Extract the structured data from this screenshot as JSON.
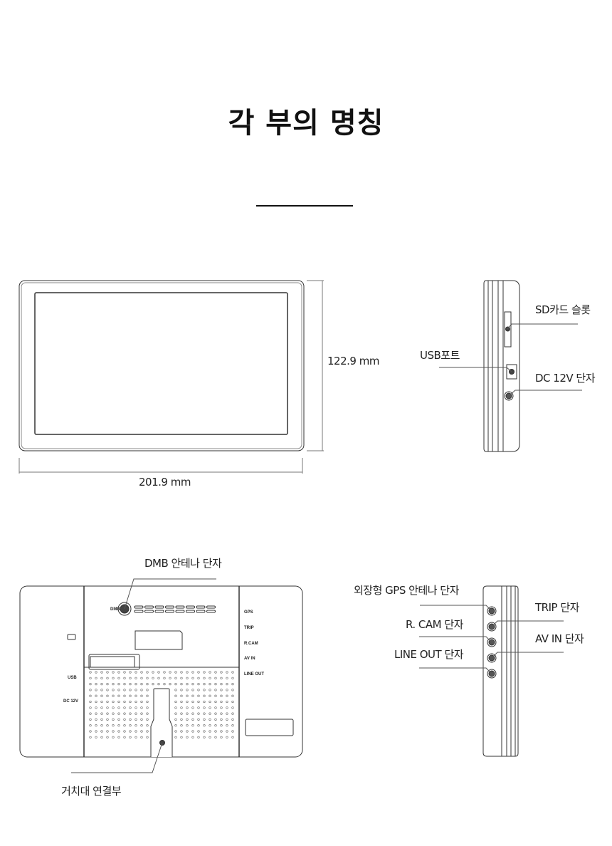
{
  "title": "각 부의 명칭",
  "front": {
    "height_label": "122.9 mm",
    "width_label": "201.9 mm"
  },
  "side_top": {
    "sd_slot": "SD카드 슬롯",
    "usb_port": "USB포트",
    "dc_jack": "DC 12V 단자"
  },
  "back": {
    "dmb_antenna": "DMB 안테나 단자",
    "mount": "거치대 연결부",
    "print": {
      "dmb": "DMB",
      "usb": "USB",
      "dc": "DC 12V",
      "gps": "GPS",
      "trip": "TRIP",
      "rcam": "R.CAM",
      "avin": "AV IN",
      "lineout": "LINE OUT"
    }
  },
  "side_bottom": {
    "gps": "외장형 GPS 안테나 단자",
    "trip": "TRIP 단자",
    "rcam": "R. CAM 단자",
    "avin": "AV IN 단자",
    "lineout": "LINE OUT 단자"
  }
}
